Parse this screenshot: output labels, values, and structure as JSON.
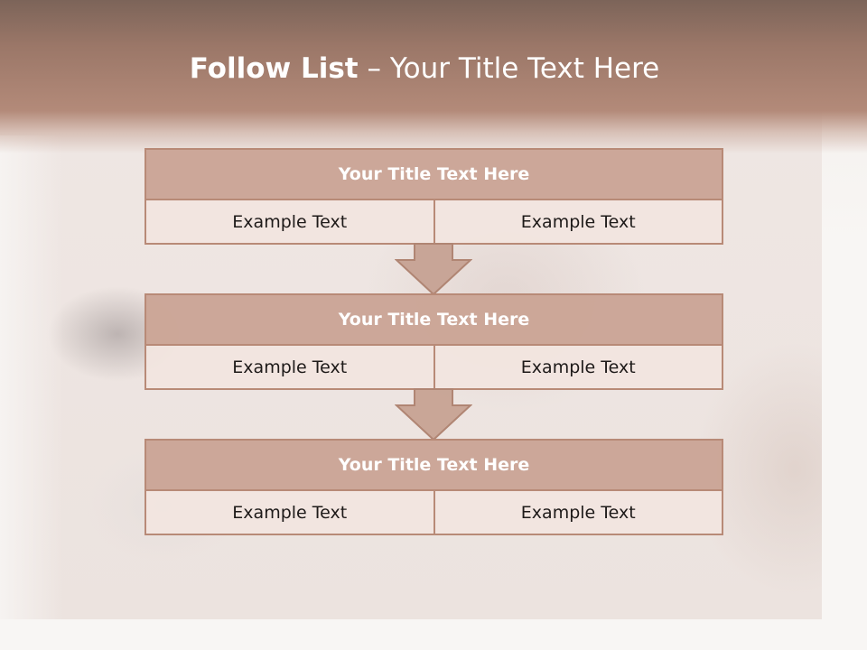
{
  "slide": {
    "title_bold": "Follow List",
    "title_rest": " – Your Title Text Here",
    "colors": {
      "header_band": "#b38a79",
      "block_header": "#c69e8e",
      "block_body": "#f2e5e0",
      "border": "#b88a77"
    },
    "blocks": [
      {
        "title": "Your Title Text Here",
        "left": "Example Text",
        "right": "Example Text"
      },
      {
        "title": "Your Title Text Here",
        "left": "Example Text",
        "right": "Example Text"
      },
      {
        "title": "Your Title Text Here",
        "left": "Example Text",
        "right": "Example Text"
      }
    ],
    "arrows": [
      "down-arrow",
      "down-arrow"
    ]
  }
}
